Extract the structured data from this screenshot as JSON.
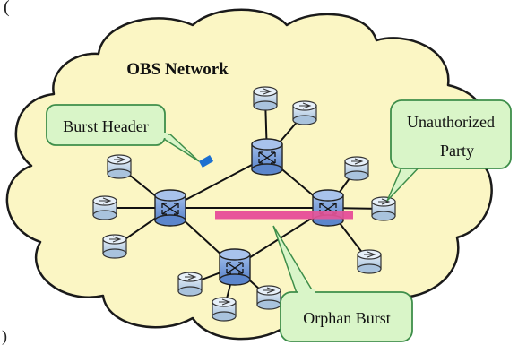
{
  "diagram": {
    "title": "OBS Network",
    "label_burst_header": "Burst Header",
    "label_unauthorized_line1": "Unauthorized",
    "label_unauthorized_line2": "Party",
    "label_orphan_burst": "Orphan Burst",
    "corner_mark_top": "(",
    "corner_mark_bottom": ")"
  },
  "colors": {
    "cloud_fill": "#fbf6c4",
    "cloud_stroke": "#1a1a1a",
    "core_router_fill": "#6e97d6",
    "edge_router_fill": "#bfd3e8",
    "callout_fill": "#d9f5c8",
    "callout_stroke": "#3e8e4a",
    "orphan_burst_line": "#e8559a",
    "burst_header_marker": "#1c6fd0"
  }
}
